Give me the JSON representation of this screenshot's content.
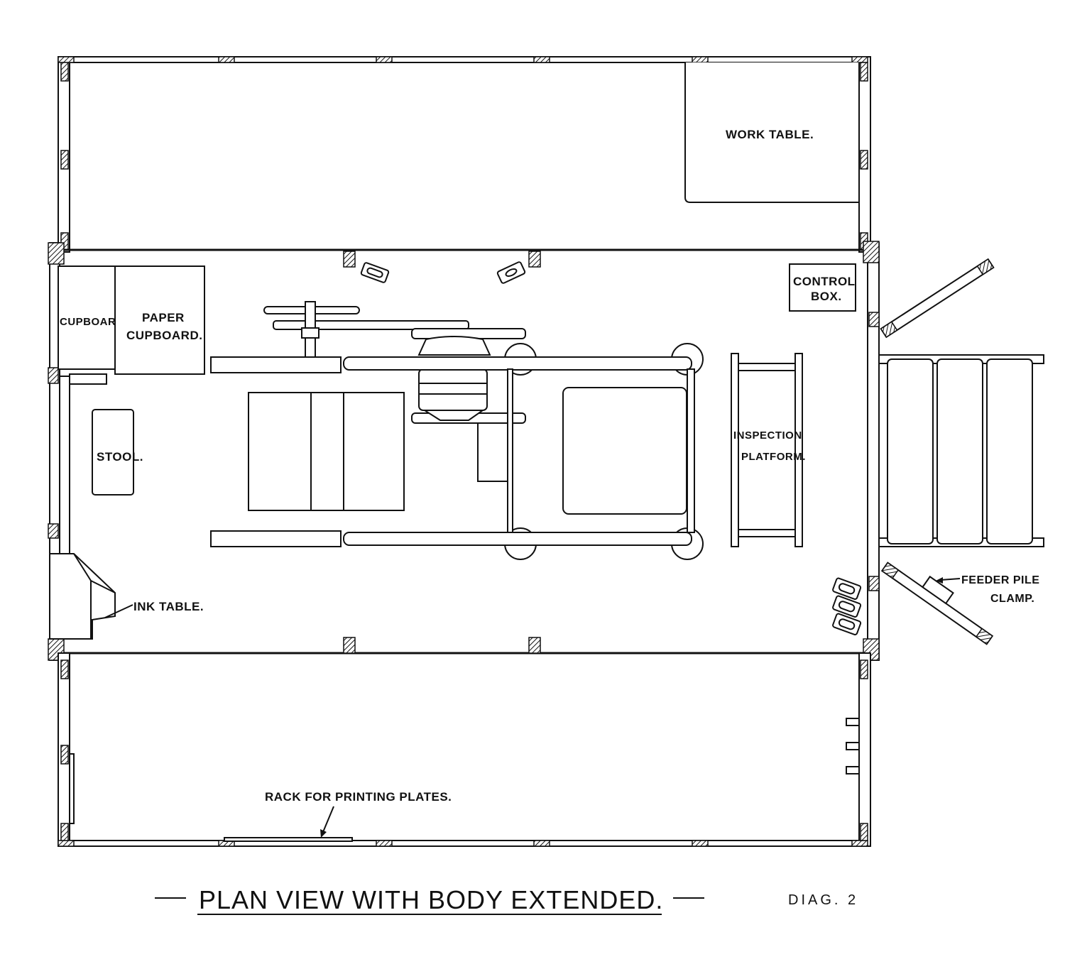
{
  "labels": {
    "work_table": "WORK TABLE.",
    "cupboard": "CUPBOARD.",
    "paper_cupboard_l1": "PAPER",
    "paper_cupboard_l2": "CUPBOARD.",
    "control_box_l1": "CONTROL",
    "control_box_l2": "BOX.",
    "stool": "STOOL.",
    "inspection_platform_l1": "INSPECTION",
    "inspection_platform_l2": "PLATFORM.",
    "ink_table": "INK TABLE.",
    "feeder_pile_clamp_l1": "FEEDER PILE",
    "feeder_pile_clamp_l2": "CLAMP.",
    "rack_for_printing_plates": "RACK FOR PRINTING PLATES."
  },
  "title": "PLAN VIEW WITH BODY EXTENDED.",
  "diagram_ref": "DIAG. 2"
}
